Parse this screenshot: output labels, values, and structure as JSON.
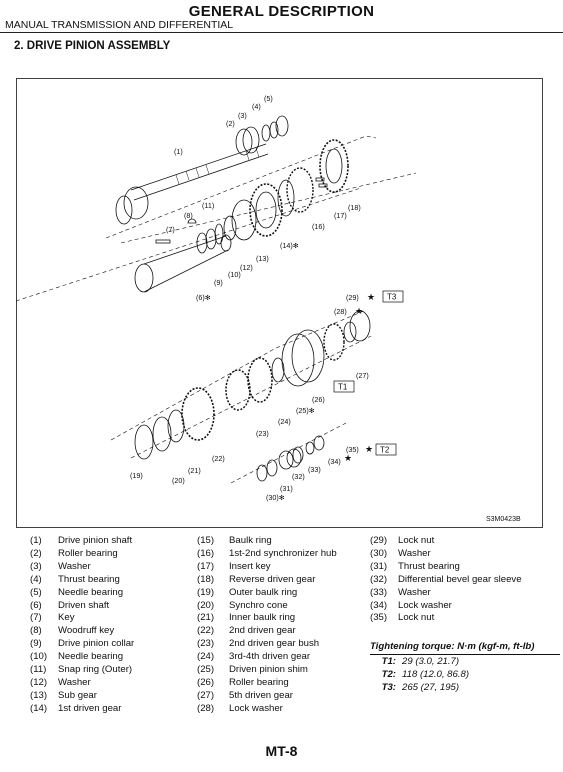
{
  "header": {
    "title": "GENERAL DESCRIPTION",
    "subtitle": "MANUAL TRANSMISSION AND DIFFERENTIAL",
    "section": "2.  DRIVE PINION ASSEMBLY"
  },
  "figure": {
    "code": "S3M0423B",
    "callouts": [
      "(1)",
      "(2)",
      "(3)",
      "(4)",
      "(5)",
      "(6)✻",
      "(7)",
      "(8)",
      "(9)",
      "(10)",
      "(11)",
      "(12)",
      "(13)",
      "(14)✻",
      "(16)",
      "(17)",
      "(18)",
      "(19)",
      "(20)",
      "(21)",
      "(22)",
      "(23)",
      "(24)",
      "(25)✻",
      "(26)",
      "(27)",
      "(28)",
      "(29)",
      "(30)✻",
      "(31)",
      "(32)",
      "(33)",
      "(34)",
      "(35)"
    ],
    "torque_boxes": [
      "T3",
      "T1",
      "T2"
    ]
  },
  "legend": {
    "col1": [
      {
        "num": "(1)",
        "label": "Drive pinion shaft"
      },
      {
        "num": "(2)",
        "label": "Roller bearing"
      },
      {
        "num": "(3)",
        "label": "Washer"
      },
      {
        "num": "(4)",
        "label": "Thrust bearing"
      },
      {
        "num": "(5)",
        "label": "Needle bearing"
      },
      {
        "num": "(6)",
        "label": "Driven shaft"
      },
      {
        "num": "(7)",
        "label": "Key"
      },
      {
        "num": "(8)",
        "label": "Woodruff key"
      },
      {
        "num": "(9)",
        "label": "Drive pinion collar"
      },
      {
        "num": "(10)",
        "label": "Needle bearing"
      },
      {
        "num": "(11)",
        "label": "Snap ring (Outer)"
      },
      {
        "num": "(12)",
        "label": "Washer"
      },
      {
        "num": "(13)",
        "label": "Sub gear"
      },
      {
        "num": "(14)",
        "label": "1st driven gear"
      }
    ],
    "col2": [
      {
        "num": "(15)",
        "label": "Baulk ring"
      },
      {
        "num": "(16)",
        "label": "1st-2nd synchronizer hub"
      },
      {
        "num": "(17)",
        "label": "Insert key"
      },
      {
        "num": "(18)",
        "label": "Reverse driven gear"
      },
      {
        "num": "(19)",
        "label": "Outer baulk ring"
      },
      {
        "num": "(20)",
        "label": "Synchro cone"
      },
      {
        "num": "(21)",
        "label": "Inner baulk ring"
      },
      {
        "num": "(22)",
        "label": "2nd driven gear"
      },
      {
        "num": "(23)",
        "label": "2nd driven gear bush"
      },
      {
        "num": "(24)",
        "label": "3rd-4th driven gear"
      },
      {
        "num": "(25)",
        "label": "Driven pinion shim"
      },
      {
        "num": "(26)",
        "label": "Roller bearing"
      },
      {
        "num": "(27)",
        "label": "5th driven gear"
      },
      {
        "num": "(28)",
        "label": "Lock washer"
      }
    ],
    "col3": [
      {
        "num": "(29)",
        "label": "Lock nut"
      },
      {
        "num": "(30)",
        "label": "Washer"
      },
      {
        "num": "(31)",
        "label": "Thrust bearing"
      },
      {
        "num": "(32)",
        "label": "Differential bevel gear sleeve"
      },
      {
        "num": "(33)",
        "label": "Washer"
      },
      {
        "num": "(34)",
        "label": "Lock washer"
      },
      {
        "num": "(35)",
        "label": "Lock nut"
      }
    ]
  },
  "torque": {
    "heading": "Tightening torque: N·m (kgf-m, ft-lb)",
    "rows": [
      {
        "key": "T1:",
        "value": "29 (3.0, 21.7)"
      },
      {
        "key": "T2:",
        "value": "118 (12.0, 86.8)"
      },
      {
        "key": "T3:",
        "value": "265 (27, 195)"
      }
    ]
  },
  "footer": {
    "page": "MT-8"
  }
}
